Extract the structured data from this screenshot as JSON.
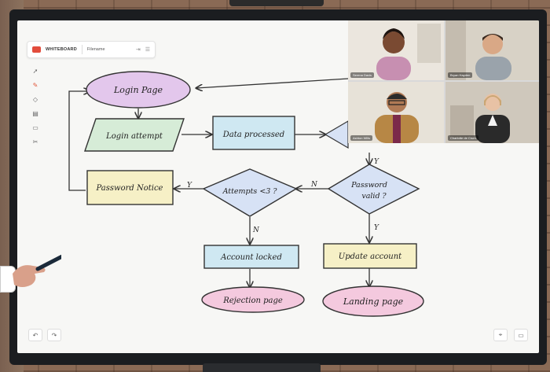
{
  "app": {
    "name": "WHITEBOARD",
    "filename": "Filename"
  },
  "toolbar": {
    "tools": [
      "select",
      "pen",
      "eraser",
      "text",
      "comment",
      "scissors"
    ]
  },
  "flowchart": {
    "nodes": {
      "login_page": "Login Page",
      "login_attempt": "Login attempt",
      "data_processed": "Data processed",
      "password_notice": "Password Notice",
      "attempts": "Attempts <3 ?",
      "password_valid_1": "Password",
      "password_valid_2": "valid ?",
      "account_locked": "Account locked",
      "update_account": "Update account",
      "rejection_page": "Rejection page",
      "landing_page": "Landing page"
    },
    "edge_labels": {
      "yes": "Y",
      "no": "N"
    }
  },
  "video": {
    "participants": [
      {
        "name": "Serena Davis",
        "skin": "#7a4a32",
        "shirt": "#c78fb1",
        "bg": "#e9e4dc"
      },
      {
        "name": "Bryan Hayden",
        "skin": "#d9a886",
        "shirt": "#9aa3ab",
        "bg": "#d8d2c6"
      },
      {
        "name": "Ashton Wills",
        "skin": "#b07a55",
        "shirt": "#b78745",
        "bg": "#e7e2d8"
      },
      {
        "name": "Charlotte de Crum",
        "skin": "#e8c2a5",
        "shirt": "#2a2a2a",
        "bg": "#cfc8bc"
      }
    ]
  },
  "colors": {
    "login_page": "#e3c7ec",
    "login_attempt": "#d6ecd7",
    "data_processed": "#cfe8f2",
    "password_notice": "#f6f0c6",
    "diamond": "#d7e2f5",
    "account_locked": "#cfe8f2",
    "update_account": "#f6f0c6",
    "ellipse": "#f4c9de"
  }
}
